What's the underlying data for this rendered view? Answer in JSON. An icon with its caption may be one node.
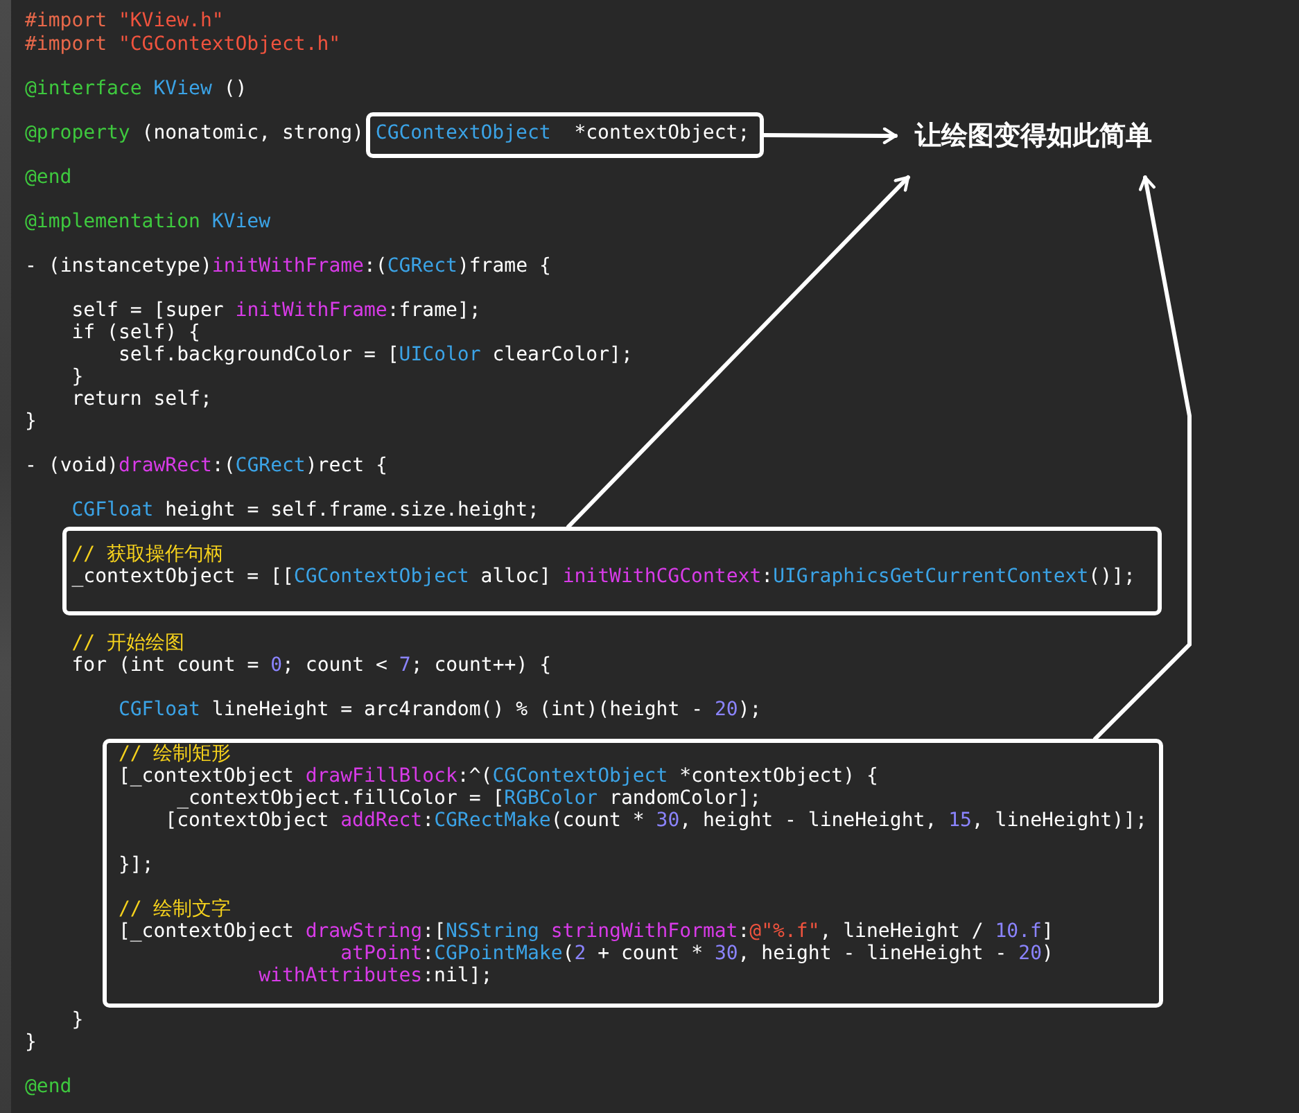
{
  "diagram": {
    "nodes": [
      {
        "text": [
          "CGContextObject  *contextObject;"
        ]
      },
      {
        "text": [
          "让绘图变得如此简单"
        ]
      },
      {
        "text": [
          "// 获取操作句柄",
          "_contextObject = [[CGContextObject alloc] initWithCGContext:UIGraphicsGetCurrentContext()];"
        ]
      },
      {
        "text": [
          "// 绘制矩形",
          "[_contextObject drawFillBlock:^(CGContextObject *contextObject) {",
          "_contextObject.fillColor = [RGBColor randomColor];",
          "[contextObject addRect:CGRectMake(count * 30, height - lineHeight, 15, lineHeight)];",
          "}];",
          "// 绘制文字",
          "[_contextObject drawString:[NSString stringWithFormat:@\"%.f\", lineHeight / 10.f]",
          "atPoint:CGPointMake(2 + count * 30, height - lineHeight - 20)",
          "withAttributes:nil];"
        ]
      }
    ],
    "edges": [
      {
        "from": 0,
        "to": 1,
        "arrow": "to"
      },
      {
        "from": 2,
        "to": 1,
        "arrow": "to"
      },
      {
        "from": 3,
        "to": 1,
        "arrow": "to"
      }
    ],
    "labels": [
      "#import \"KView.h\"",
      "#import \"CGContextObject.h\"",
      "@interface KView ()",
      "@property (nonatomic, strong)",
      "@end",
      "@implementation KView",
      "- (instancetype)initWithFrame:(CGRect)frame {",
      "self = [super initWithFrame:frame];",
      "if (self) {",
      "self.backgroundColor = [UIColor clearColor];",
      "}",
      "return self;",
      "}",
      "- (void)drawRect:(CGRect)rect {",
      "CGFloat height = self.frame.size.height;",
      "// 开始绘图",
      "for (int count = 0; count < 7; count++) {",
      "CGFloat lineHeight = arc4random() % (int)(height - 20);",
      "}",
      "}",
      "@end"
    ]
  }
}
